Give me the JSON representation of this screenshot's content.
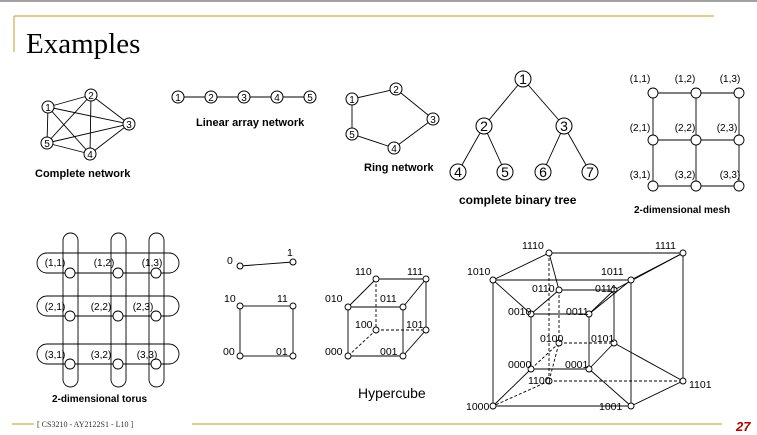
{
  "slide": {
    "title": "Examples",
    "page_number": "27",
    "footer": "[ CS3210 - AY2122S1 - L10 ]",
    "accent_color": "#c59a2b",
    "page_number_color": "#b00000"
  },
  "captions": {
    "complete": "Complete network",
    "linear": "Linear array network",
    "ring": "Ring network",
    "tree": "complete binary tree",
    "mesh": "2-dimensional mesh",
    "torus": "2-dimensional torus",
    "hypercube": "Hypercube"
  },
  "complete_nodes": [
    "1",
    "2",
    "3",
    "4",
    "5"
  ],
  "linear_nodes": [
    "1",
    "2",
    "3",
    "4",
    "5"
  ],
  "ring_nodes": [
    "1",
    "2",
    "3",
    "4",
    "5"
  ],
  "tree_nodes": [
    "1",
    "2",
    "3",
    "4",
    "5",
    "6",
    "7"
  ],
  "mesh_labels": [
    "(1,1)",
    "(1,2)",
    "(1,3)",
    "(2,1)",
    "(2,2)",
    "(2,3)",
    "(3,1)",
    "(3,2)",
    "(3,3)"
  ],
  "torus_labels": [
    "(1,1)",
    "(1,2)",
    "(1,3)",
    "(2,1)",
    "(2,2)",
    "(2,3)",
    "(3,1)",
    "(3,2)",
    "(3,3)"
  ],
  "hc1_labels": [
    "0",
    "1"
  ],
  "hc2_labels": [
    "10",
    "11",
    "00",
    "01"
  ],
  "hc3_labels": [
    "110",
    "111",
    "010",
    "011",
    "100",
    "101",
    "000",
    "001"
  ],
  "hc4_labels": [
    "1110",
    "1111",
    "1010",
    "1011",
    "0110",
    "0111",
    "0010",
    "0011",
    "0100",
    "0101",
    "0000",
    "0001",
    "1100",
    "1101",
    "1000",
    "1001"
  ]
}
